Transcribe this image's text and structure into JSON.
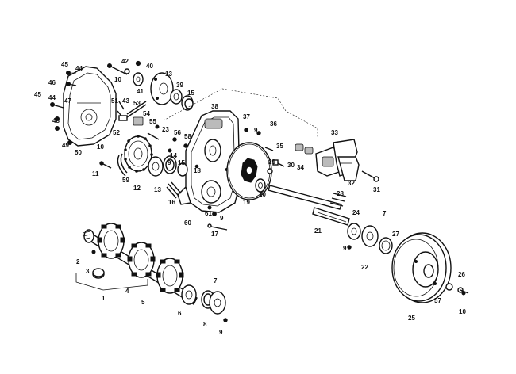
{
  "diagram": {
    "labels": [
      {
        "id": "c1",
        "text": "1"
      },
      {
        "id": "c2",
        "text": "2"
      },
      {
        "id": "c3",
        "text": "3"
      },
      {
        "id": "c4",
        "text": "4"
      },
      {
        "id": "c5",
        "text": "5"
      },
      {
        "id": "c6",
        "text": "6"
      },
      {
        "id": "c7a",
        "text": "7"
      },
      {
        "id": "c7b",
        "text": "7"
      },
      {
        "id": "c8",
        "text": "8"
      },
      {
        "id": "c9a",
        "text": "9"
      },
      {
        "id": "c9b",
        "text": "9"
      },
      {
        "id": "c9c",
        "text": "9"
      },
      {
        "id": "c9d",
        "text": "9"
      },
      {
        "id": "c9e",
        "text": "9"
      },
      {
        "id": "c10a",
        "text": "10"
      },
      {
        "id": "c10b",
        "text": "10"
      },
      {
        "id": "c10c",
        "text": "10"
      },
      {
        "id": "c11",
        "text": "11"
      },
      {
        "id": "c12",
        "text": "12"
      },
      {
        "id": "c13a",
        "text": "13"
      },
      {
        "id": "c13b",
        "text": "13"
      },
      {
        "id": "c14",
        "text": "14"
      },
      {
        "id": "c15a",
        "text": "15"
      },
      {
        "id": "c15b",
        "text": "15"
      },
      {
        "id": "c16",
        "text": "16"
      },
      {
        "id": "c17",
        "text": "17"
      },
      {
        "id": "c18",
        "text": "18"
      },
      {
        "id": "c19",
        "text": "19"
      },
      {
        "id": "c20",
        "text": "20"
      },
      {
        "id": "c21",
        "text": "21"
      },
      {
        "id": "c22",
        "text": "22"
      },
      {
        "id": "c23",
        "text": "23"
      },
      {
        "id": "c24",
        "text": "24"
      },
      {
        "id": "c25",
        "text": "25"
      },
      {
        "id": "c26",
        "text": "26"
      },
      {
        "id": "c27",
        "text": "27"
      },
      {
        "id": "c28",
        "text": "28"
      },
      {
        "id": "c29",
        "text": "29"
      },
      {
        "id": "c30",
        "text": "30"
      },
      {
        "id": "c31",
        "text": "31"
      },
      {
        "id": "c32",
        "text": "32"
      },
      {
        "id": "c33",
        "text": "33"
      },
      {
        "id": "c34",
        "text": "34"
      },
      {
        "id": "c35",
        "text": "35"
      },
      {
        "id": "c36",
        "text": "36"
      },
      {
        "id": "c37",
        "text": "37"
      },
      {
        "id": "c38",
        "text": "38"
      },
      {
        "id": "c39",
        "text": "39"
      },
      {
        "id": "c40",
        "text": "40"
      },
      {
        "id": "c41",
        "text": "41"
      },
      {
        "id": "c42",
        "text": "42"
      },
      {
        "id": "c43",
        "text": "43"
      },
      {
        "id": "c44a",
        "text": "44"
      },
      {
        "id": "c44b",
        "text": "44"
      },
      {
        "id": "c45a",
        "text": "45"
      },
      {
        "id": "c45b",
        "text": "45"
      },
      {
        "id": "c46",
        "text": "46"
      },
      {
        "id": "c47",
        "text": "47"
      },
      {
        "id": "c48",
        "text": "48"
      },
      {
        "id": "c49",
        "text": "49"
      },
      {
        "id": "c50",
        "text": "50"
      },
      {
        "id": "c51",
        "text": "51"
      },
      {
        "id": "c52",
        "text": "52"
      },
      {
        "id": "c53",
        "text": "53"
      },
      {
        "id": "c54",
        "text": "54"
      },
      {
        "id": "c55",
        "text": "55"
      },
      {
        "id": "c56",
        "text": "56"
      },
      {
        "id": "c57",
        "text": "57"
      },
      {
        "id": "c58",
        "text": "58"
      },
      {
        "id": "c59",
        "text": "59"
      },
      {
        "id": "c60",
        "text": "60"
      },
      {
        "id": "c61",
        "text": "61"
      }
    ]
  }
}
